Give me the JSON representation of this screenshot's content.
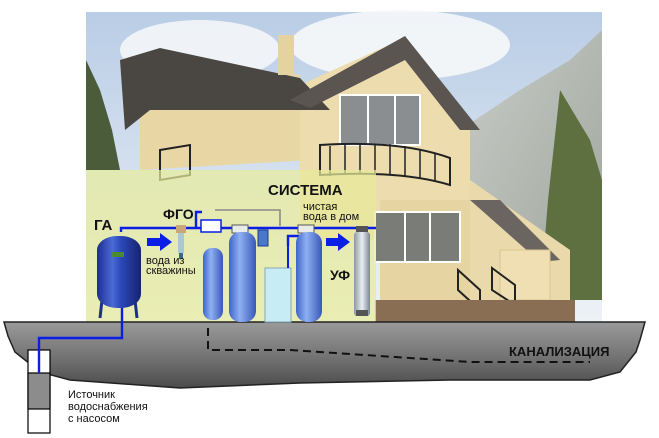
{
  "diagram": {
    "title": "СИСТЕМА",
    "labels": {
      "hydro_accumulator": "ГА",
      "iron_removal_filter": "ФГО",
      "system": "СИСТЕМА",
      "clean_water_line1": "чистая",
      "clean_water_line2": "вода в дом",
      "well_water_line1": "вода из",
      "well_water_line2": "скважины",
      "uv_sterilizer": "УФ",
      "sewage": "КАНАЛИЗАЦИЯ",
      "source_line1": "Источник",
      "source_line2": "водоснабжения",
      "source_line3": "с насосом"
    },
    "components": [
      {
        "id": "well",
        "name": "Источник водоснабжения с насосом"
      },
      {
        "id": "ga",
        "name": "ГА",
        "description": "hydraulic accumulator tank"
      },
      {
        "id": "fgo",
        "name": "ФГО",
        "description": "coarse filter"
      },
      {
        "id": "filter-column-1",
        "name": "filter column"
      },
      {
        "id": "filter-column-2",
        "name": "filter column"
      },
      {
        "id": "cartridge-filter",
        "name": "cartridge filter"
      },
      {
        "id": "brine-tank",
        "name": "salt tank"
      },
      {
        "id": "filter-column-3",
        "name": "softener column"
      },
      {
        "id": "uv",
        "name": "УФ",
        "description": "UV sterilizer"
      },
      {
        "id": "sewage",
        "name": "КАНАЛИЗАЦИЯ"
      }
    ],
    "colors": {
      "pipe": "#0a1ee6",
      "tank": "#2a48b8",
      "column": "#5a86e0",
      "ground": "#7a7a7a",
      "overlay": "#e8ec9a",
      "sewage_line": "#1a1a1a",
      "label": "#111111"
    }
  }
}
